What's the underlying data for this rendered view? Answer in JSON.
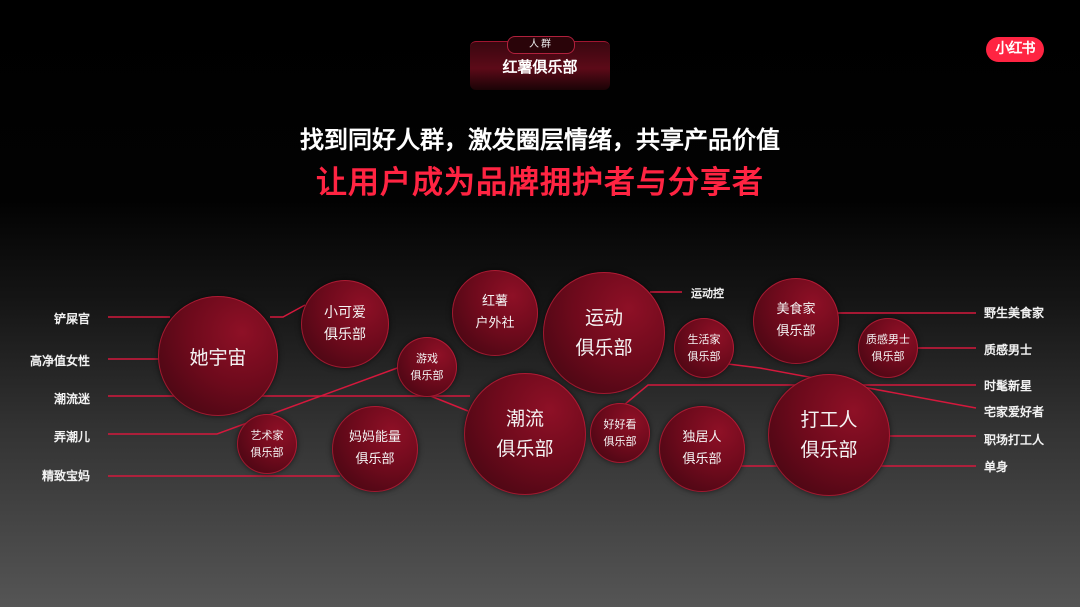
{
  "header": {
    "tag": "人群",
    "title": "红薯俱乐部"
  },
  "logo": {
    "text": "小红书",
    "color": "#ff2442"
  },
  "headline": {
    "sub": "找到同好人群，激发圈层情绪，共享产品价值",
    "main": "让用户成为品牌拥护者与分享者"
  },
  "colors": {
    "accent": "#ff2442",
    "line": "#d4183c",
    "bubble": "#6e0a1c"
  },
  "left_labels": [
    "铲屎官",
    "高净值女性",
    "潮流迷",
    "弄潮儿",
    "精致宝妈"
  ],
  "right_labels": [
    "野生美食家",
    "质感男士",
    "时髦新星",
    "宅家爱好者",
    "职场打工人",
    "单身"
  ],
  "top_label": "运动控",
  "bubbles": {
    "ta_yuzhou": {
      "line1": "她宇宙"
    },
    "xiaokeai": {
      "line1": "小可爱",
      "line2": "俱乐部"
    },
    "youxi": {
      "line1": "游戏",
      "line2": "俱乐部"
    },
    "hongshu": {
      "line1": "红薯",
      "line2": "户外社"
    },
    "yundong": {
      "line1": "运动",
      "line2": "俱乐部"
    },
    "shenghuojia": {
      "line1": "生活家",
      "line2": "俱乐部"
    },
    "meishijia": {
      "line1": "美食家",
      "line2": "俱乐部"
    },
    "zhigan": {
      "line1": "质感男士",
      "line2": "俱乐部"
    },
    "yishujia": {
      "line1": "艺术家",
      "line2": "俱乐部"
    },
    "mama": {
      "line1": "妈妈能量",
      "line2": "俱乐部"
    },
    "chaoliu": {
      "line1": "潮流",
      "line2": "俱乐部"
    },
    "haohaokan": {
      "line1": "好好看",
      "line2": "俱乐部"
    },
    "dujuren": {
      "line1": "独居人",
      "line2": "俱乐部"
    },
    "dagongren": {
      "line1": "打工人",
      "line2": "俱乐部"
    }
  }
}
